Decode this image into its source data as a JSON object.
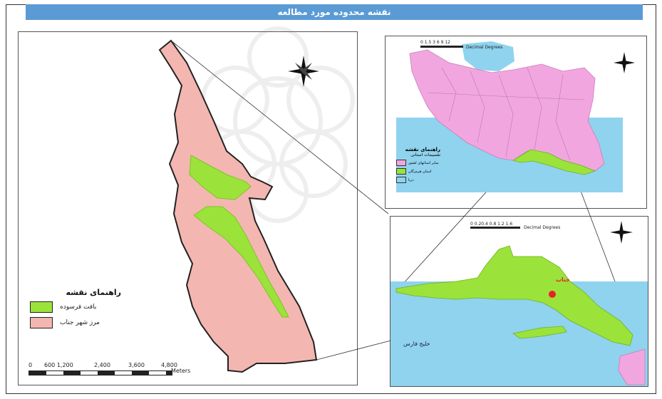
{
  "title": "نقشه محدوده مورد مطالعه",
  "legend": {
    "title": "راهنمای نقشه",
    "items": [
      {
        "label": "بافت فرسوده",
        "color": "#9be33a"
      },
      {
        "label": "مرز شهر جناب",
        "color": "#f4b6b0"
      }
    ]
  },
  "scale": {
    "labels": [
      "0",
      "600 1,200",
      "2,400",
      "3,600",
      "4,800"
    ],
    "unit": "Meters"
  },
  "iran_inset": {
    "scale_label": "Decimal Degrees",
    "scale_ticks": "0 1.5 3 6 9 12",
    "legend_title": "راهنمای نقشه",
    "legend_subtitle": "تقسیمات استانی",
    "legend_items": [
      {
        "label": "سایر استانهای کشور",
        "color": "#f2a6e0"
      },
      {
        "label": "استان هرمزگان",
        "color": "#9be33a"
      },
      {
        "label": "دریا",
        "color": "#8fd3ee"
      }
    ]
  },
  "zoom_inset": {
    "scale_ticks": "0 0.20.4 0.8 1.2 1.6",
    "scale_label": "Decimal Degrees",
    "city_label": "جناب",
    "sea_label": "خلیج فارس"
  },
  "colors": {
    "tissue": "#9be33a",
    "city": "#f4b6b0",
    "province": "#f2a6e0",
    "sea": "#8fd3ee",
    "title_bar": "#5b9bd5",
    "city_point": "#e8202a"
  },
  "icons": [
    "north-arrow-icon"
  ]
}
